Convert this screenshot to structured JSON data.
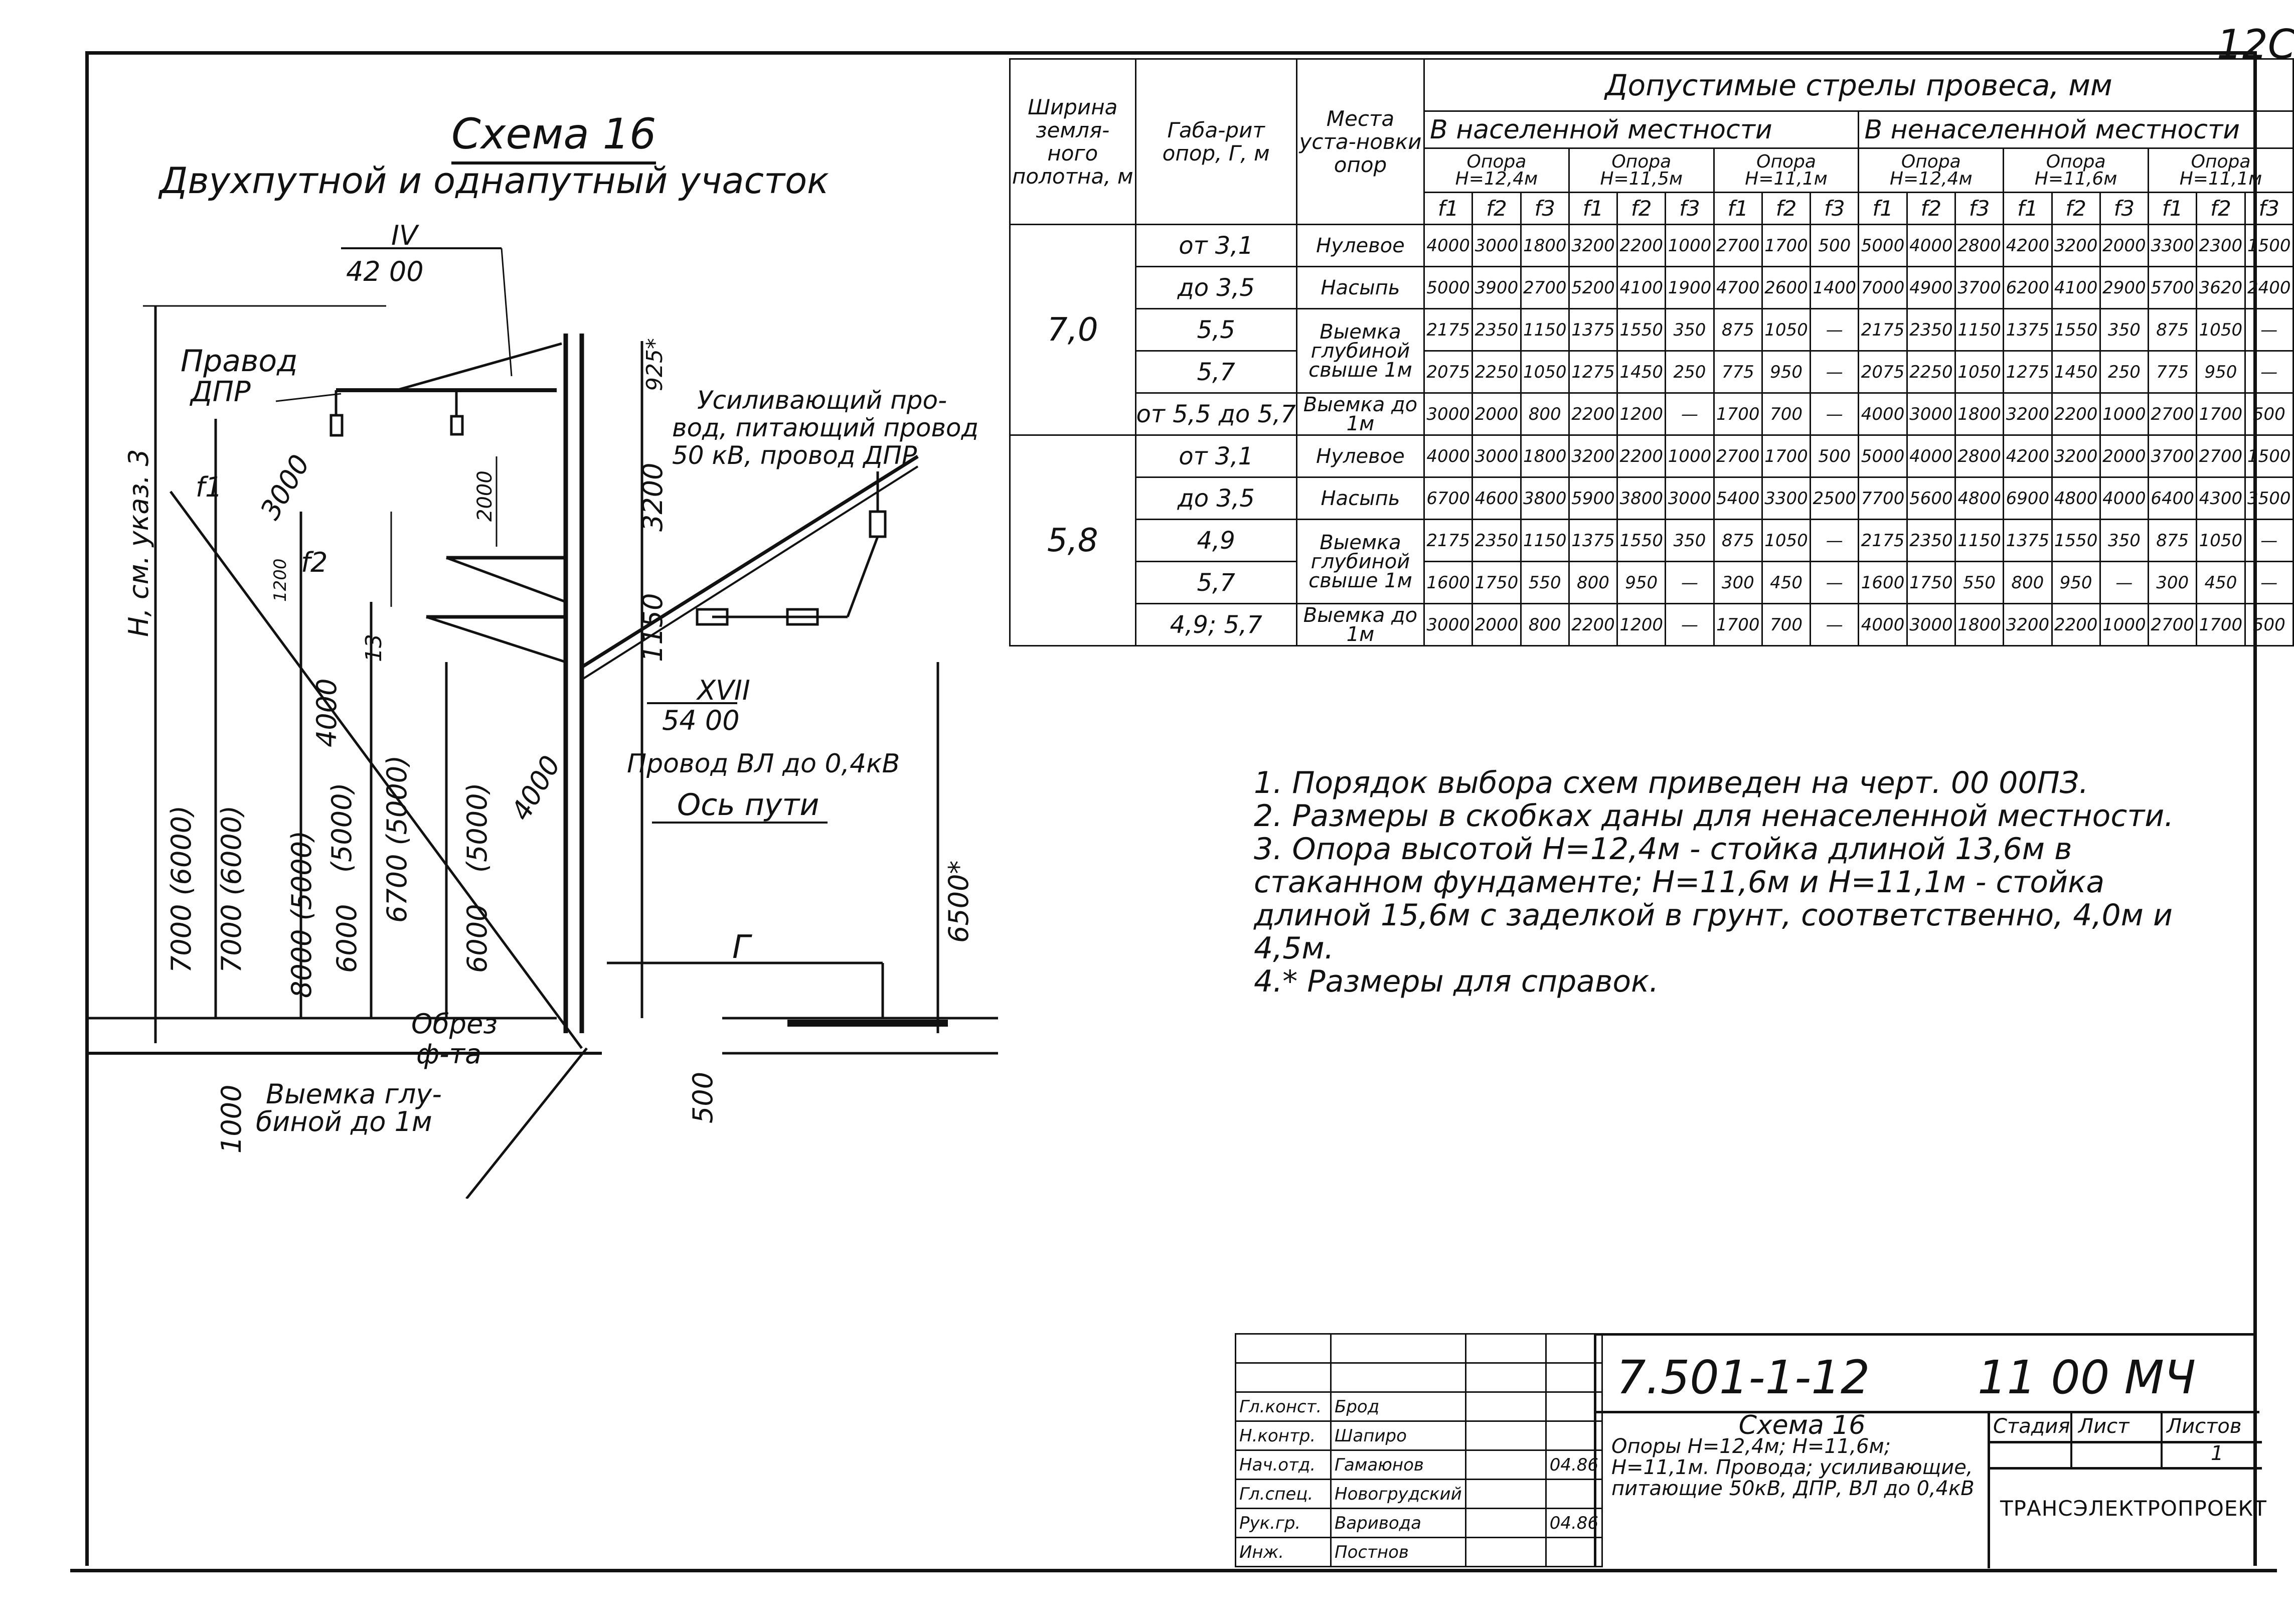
{
  "sheet_number": "12С",
  "schema": {
    "title": "Схема 16",
    "subtitle": "Двухпутной и однапутный участок"
  },
  "drawing": {
    "top_mark_num": "IV",
    "top_mark_den": "42 00",
    "wire_label_1": "Правод",
    "wire_label_2": "ДПР",
    "reinf_label_1": "Усиливающий про-",
    "reinf_label_2": "вод, питающий провод",
    "reinf_label_3": "50 кВ, провод ДПР",
    "h_label": "Н, см. указ. 3",
    "f1": "f1",
    "f2": "f2",
    "d_925": "925*",
    "d_3200": "3200",
    "d_3000": "3000",
    "d_2000": "2000",
    "d_1200": "1200",
    "d_1150": "1150",
    "d_13": "13",
    "mark2_num": "XVII",
    "mark2_den": "54 00",
    "vl_label": "Провод ВЛ до 0,4кВ",
    "track_axis": "Ось пути",
    "d_6500": "6500*",
    "d_4000a": "4000",
    "d_4000b": "4000",
    "d_5000a": "(5000)",
    "d_5000b": "(5000)",
    "d_6700": "6700 (5000)",
    "d_6000": "6000",
    "d_6000b": "6000",
    "d_7000a": "7000 (6000)",
    "d_7000b": "7000 (6000)",
    "d_8000": "8000 (5000)",
    "gauge_label": "Г",
    "cut_1": "Обрез",
    "cut_2": "ф-та",
    "exc_1": "Выемка глу-",
    "exc_2": "биной до 1м",
    "d_1000": "1000",
    "d_500": "500"
  },
  "table": {
    "h_width": "Ширина земля-ного полотна, м",
    "h_gauge": "Габа-рит опор, Г, м",
    "h_place": "Места уста-новки опор",
    "h_main": "Допустимые стрелы провеса, мм",
    "h_populated": "В населенной местности",
    "h_unpopulated": "В ненаселенной местности",
    "supports": [
      "Опора Н=12,4м",
      "Опора Н=11,5м",
      "Опора Н=11,1м",
      "Опора Н=12,4м",
      "Опора Н=11,6м",
      "Опора Н=11,1м"
    ],
    "f_labels": [
      "f1",
      "f2",
      "f3",
      "f1",
      "f2",
      "f3",
      "f1",
      "f2",
      "f3",
      "f1",
      "f2",
      "f3",
      "f1",
      "f2",
      "f3",
      "f1",
      "f2",
      "f3"
    ],
    "width_70": "7,0",
    "width_58": "5,8",
    "rows": [
      {
        "gauge": "от 3,1",
        "place": "Нулевое",
        "vals": [
          "4000",
          "3000",
          "1800",
          "3200",
          "2200",
          "1000",
          "2700",
          "1700",
          "500",
          "5000",
          "4000",
          "2800",
          "4200",
          "3200",
          "2000",
          "3300",
          "2300",
          "1500"
        ]
      },
      {
        "gauge": "до 3,5",
        "place": "Насыпь",
        "vals": [
          "5000",
          "3900",
          "2700",
          "5200",
          "4100",
          "1900",
          "4700",
          "2600",
          "1400",
          "7000",
          "4900",
          "3700",
          "6200",
          "4100",
          "2900",
          "5700",
          "3620",
          "2400"
        ]
      },
      {
        "gauge": "5,5",
        "place": "Выемка глубиной свыше 1м",
        "vals": [
          "2175",
          "2350",
          "1150",
          "1375",
          "1550",
          "350",
          "875",
          "1050",
          "—",
          "2175",
          "2350",
          "1150",
          "1375",
          "1550",
          "350",
          "875",
          "1050",
          "—"
        ]
      },
      {
        "gauge": "5,7",
        "place": "",
        "vals": [
          "2075",
          "2250",
          "1050",
          "1275",
          "1450",
          "250",
          "775",
          "950",
          "—",
          "2075",
          "2250",
          "1050",
          "1275",
          "1450",
          "250",
          "775",
          "950",
          "—"
        ]
      },
      {
        "gauge": "от 5,5 до 5,7",
        "place": "Выемка до 1м",
        "vals": [
          "3000",
          "2000",
          "800",
          "2200",
          "1200",
          "—",
          "1700",
          "700",
          "—",
          "4000",
          "3000",
          "1800",
          "3200",
          "2200",
          "1000",
          "2700",
          "1700",
          "500"
        ]
      },
      {
        "gauge": "от 3,1",
        "place": "Нулевое",
        "vals": [
          "4000",
          "3000",
          "1800",
          "3200",
          "2200",
          "1000",
          "2700",
          "1700",
          "500",
          "5000",
          "4000",
          "2800",
          "4200",
          "3200",
          "2000",
          "3700",
          "2700",
          "1500"
        ]
      },
      {
        "gauge": "до 3,5",
        "place": "Насыпь",
        "vals": [
          "6700",
          "4600",
          "3800",
          "5900",
          "3800",
          "3000",
          "5400",
          "3300",
          "2500",
          "7700",
          "5600",
          "4800",
          "6900",
          "4800",
          "4000",
          "6400",
          "4300",
          "3500"
        ]
      },
      {
        "gauge": "4,9",
        "place": "Выемка глубиной свыше 1м",
        "vals": [
          "2175",
          "2350",
          "1150",
          "1375",
          "1550",
          "350",
          "875",
          "1050",
          "—",
          "2175",
          "2350",
          "1150",
          "1375",
          "1550",
          "350",
          "875",
          "1050",
          "—"
        ]
      },
      {
        "gauge": "5,7",
        "place": "",
        "vals": [
          "1600",
          "1750",
          "550",
          "800",
          "950",
          "—",
          "300",
          "450",
          "—",
          "1600",
          "1750",
          "550",
          "800",
          "950",
          "—",
          "300",
          "450",
          "—"
        ]
      },
      {
        "gauge": "4,9; 5,7",
        "place": "Выемка до 1м",
        "vals": [
          "3000",
          "2000",
          "800",
          "2200",
          "1200",
          "—",
          "1700",
          "700",
          "—",
          "4000",
          "3000",
          "1800",
          "3200",
          "2200",
          "1000",
          "2700",
          "1700",
          "500"
        ]
      }
    ]
  },
  "notes": [
    "1. Порядок выбора схем приведен на черт. 00 00ПЗ.",
    "2. Размеры в скобках даны для ненаселенной местности.",
    "3. Опора высотой Н=12,4м - стойка длиной 13,6м в стаканном фундаменте; Н=11,6м и Н=11,1м - стойка длиной 15,6м с заделкой в грунт, соответственно, 4,0м и 4,5м.",
    "4.* Размеры для справок."
  ],
  "title_block": {
    "roles": [
      "Гл.конст.",
      "Н.контр.",
      "Нач.отд.",
      "Гл.спец.",
      "Рук.гр.",
      "Инж."
    ],
    "names": [
      "Брод",
      "Шапиро",
      "Гамаюнов",
      "Новогрудский",
      "Варивода",
      "Постнов"
    ],
    "dates": [
      "",
      "",
      "04.86",
      "",
      "04.86",
      ""
    ],
    "doc_code": "7.501-1-12",
    "doc_mark": "11 00 МЧ",
    "doc_title_head": "Схема 16",
    "doc_title_body": "Опоры Н=12,4м; Н=11,6м; Н=11,1м. Провода; усиливающие, питающие 50кВ, ДПР, ВЛ до 0,4кВ",
    "stage_label": "Стадия",
    "sheet_label": "Лист",
    "sheets_label": "Листов",
    "sheets_value": "1",
    "org": "ТРАНСЭЛЕКТРОПРОЕКТ"
  }
}
